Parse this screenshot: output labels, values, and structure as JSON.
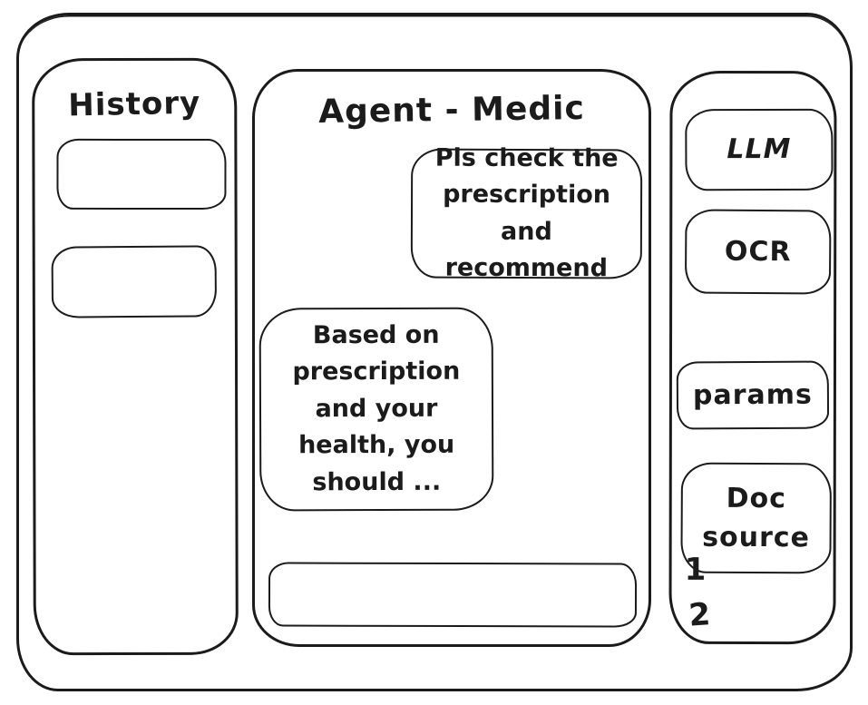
{
  "window": {
    "background": "#ffffff",
    "stroke_color": "#1b1b1b"
  },
  "history_panel": {
    "title": "History",
    "items": [
      {
        "label": ""
      },
      {
        "label": ""
      }
    ]
  },
  "chat_panel": {
    "title": "Agent - Medic",
    "messages": [
      {
        "role": "user",
        "text": "Pls check the\nprescription\nand recommend"
      },
      {
        "role": "agent",
        "text": "Based on\nprescription\nand your\nhealth, you\nshould ..."
      }
    ],
    "input": {
      "value": "",
      "placeholder": ""
    }
  },
  "tools_panel": {
    "buttons": [
      {
        "label": "LLM"
      },
      {
        "label": "OCR"
      },
      {
        "label": "params"
      },
      {
        "label": "Doc\nsource"
      }
    ],
    "doc_source_items": [
      "1",
      "2"
    ]
  }
}
